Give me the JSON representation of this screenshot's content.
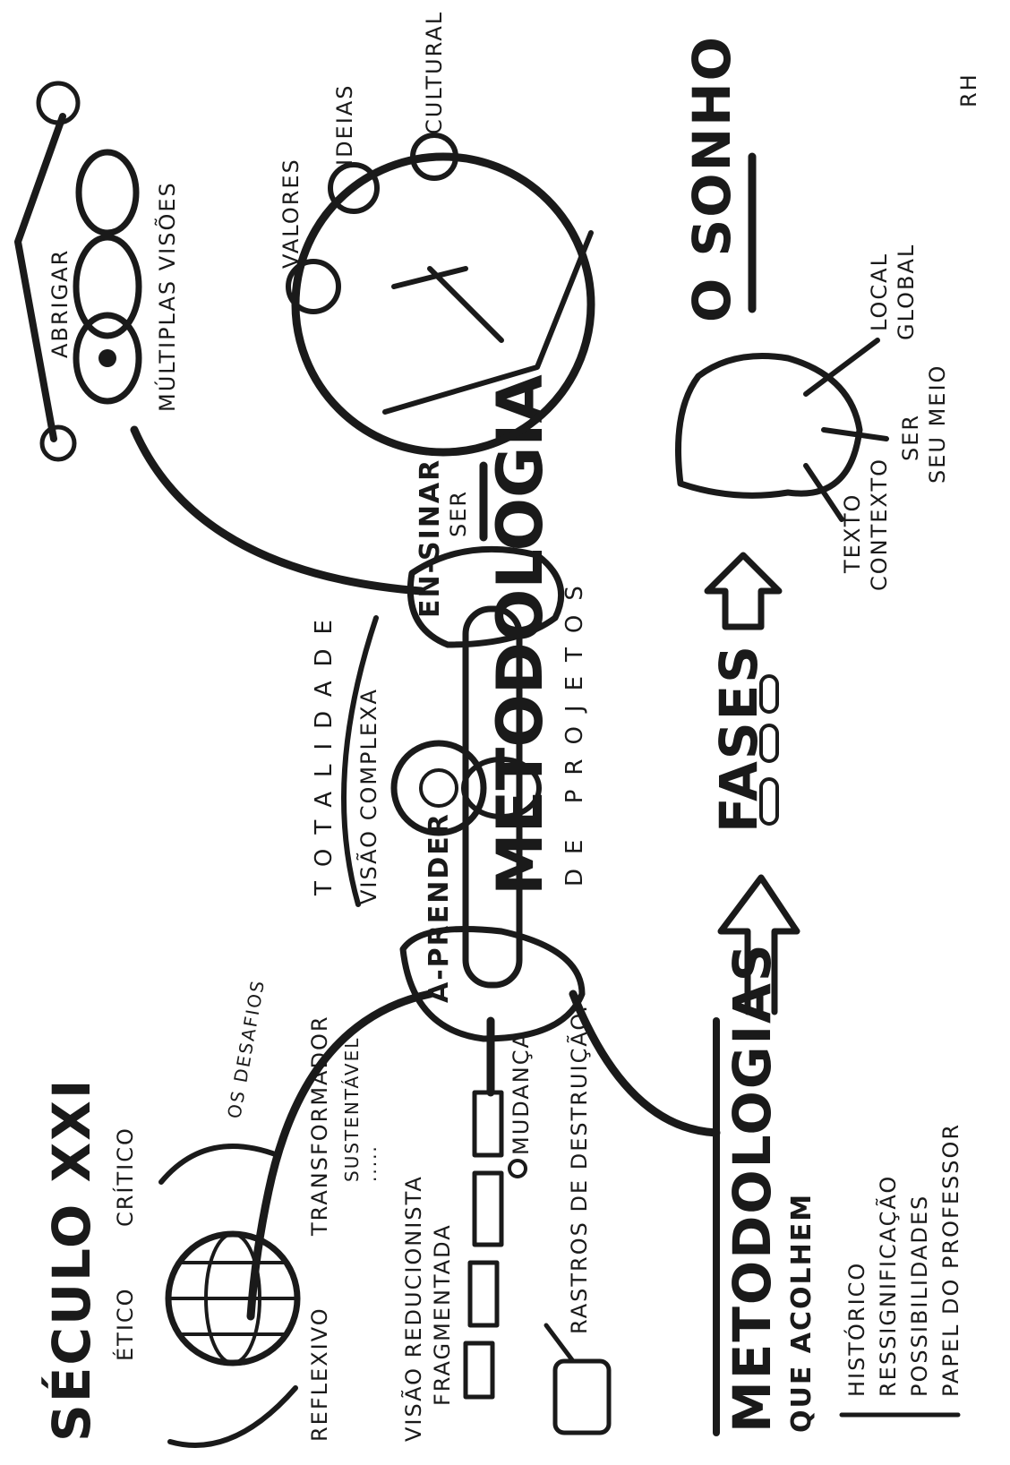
{
  "center": {
    "title": "METODOLOGIA",
    "subtitle": "DE PROJETOS",
    "left_hand": "A-PRENDER",
    "right_hand": "EN-SINAR",
    "arc_top": "TOTALIDADE",
    "arc_bottom": "VISÃO COMPLEXA"
  },
  "top_left": {
    "title": "SÉCULO XXI",
    "values": [
      "ÉTICO",
      "CRÍTICO",
      "REFLEXIVO",
      "TRANSFORMADOR",
      "SUSTENTÁVEL"
    ],
    "dots": ".....",
    "challenges": "OS DESAFIOS"
  },
  "bottom_left": {
    "items": [
      "VISÃO REDUCIONISTA",
      "FRAGMENTADA"
    ],
    "change": "MUDANÇA",
    "destruction": "RASTROS DE DESTRUIÇÃO."
  },
  "top_right": {
    "shelter": "ABRIGAR",
    "visions": "MÚLTIPLAS VISÕES"
  },
  "right_circle": {
    "link": "SER",
    "values": [
      "VALORES",
      "IDEIAS",
      "CULTURAL"
    ]
  },
  "bottom_right": {
    "methodologies": "METODOLOGIAS",
    "welcome": "QUE ACOLHEM",
    "list": [
      "HISTÓRICO",
      "RESSIGNIFICAÇÃO",
      "POSSIBILIDADES",
      "PAPEL DO PROFESSOR"
    ],
    "phases": "FASES",
    "dream": "O SONHO",
    "head_left_top": "TEXTO",
    "head_left_bottom": "CONTEXTO",
    "head_mid_top": "SER",
    "head_mid_bottom": "SEU MEIO",
    "head_right_top": "LOCAL",
    "head_right_bottom": "GLOBAL"
  },
  "signature": "RH"
}
